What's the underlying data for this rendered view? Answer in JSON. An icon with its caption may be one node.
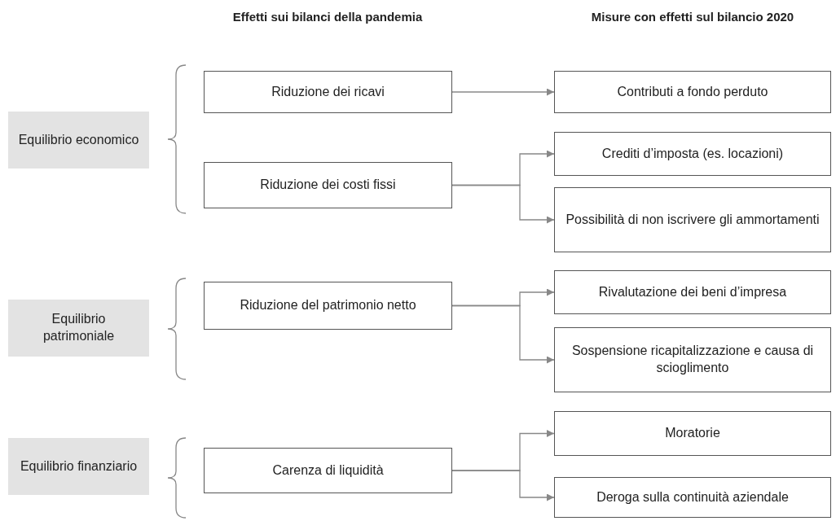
{
  "diagram": {
    "nodes": [
      {
        "text": [
          "Equilibrio economico"
        ]
      },
      {
        "text": [
          "Riduzione dei ricavi"
        ]
      },
      {
        "text": [
          "Contributi a fondo perduto"
        ]
      },
      {
        "text": [
          "Riduzione dei costi fissi"
        ]
      },
      {
        "text": [
          "Crediti d’imposta (es. locazioni)"
        ]
      },
      {
        "text": [
          "Possibilità di non iscrivere gli ammortamenti"
        ]
      },
      {
        "text": [
          "Equilibrio patrimoniale"
        ]
      },
      {
        "text": [
          "Riduzione del patrimonio netto"
        ]
      },
      {
        "text": [
          "Rivalutazione dei beni d’impresa"
        ]
      },
      {
        "text": [
          "Sospensione ricapitalizzazione e causa di scioglimento"
        ]
      },
      {
        "text": [
          "Equilibrio finanziario"
        ]
      },
      {
        "text": [
          "Carenza di liquidità"
        ]
      },
      {
        "text": [
          "Moratorie"
        ]
      },
      {
        "text": [
          "Deroga sulla continuità aziendale"
        ]
      }
    ],
    "edges": [
      {
        "from": 1,
        "to": 2,
        "arrow": "to"
      },
      {
        "from": 3,
        "to": 4,
        "arrow": "to"
      },
      {
        "from": 3,
        "to": 5,
        "arrow": "to"
      },
      {
        "from": 7,
        "to": 8,
        "arrow": "to"
      },
      {
        "from": 7,
        "to": 9,
        "arrow": "to"
      },
      {
        "from": 11,
        "to": 12,
        "arrow": "to"
      },
      {
        "from": 11,
        "to": 13,
        "arrow": "to"
      }
    ],
    "labels": [
      "Effetti sui bilanci della pandemia",
      "Misure con effetti sul bilancio 2020"
    ]
  }
}
